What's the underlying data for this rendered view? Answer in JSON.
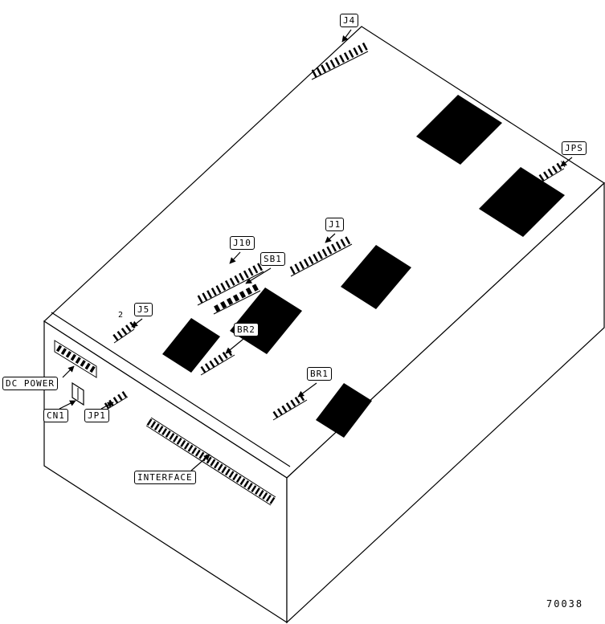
{
  "figure": {
    "part_number": "70038",
    "pin_marker": "2"
  },
  "labels": {
    "j4": {
      "text": "J4"
    },
    "jps": {
      "text": "JPS"
    },
    "j1": {
      "text": "J1"
    },
    "j10": {
      "text": "J10"
    },
    "sb1": {
      "text": "SB1"
    },
    "j5": {
      "text": "J5"
    },
    "br2": {
      "text": "BR2"
    },
    "br1": {
      "text": "BR1"
    },
    "dc_power": {
      "text": "DC POWER"
    },
    "cn1": {
      "text": "CN1"
    },
    "jp1": {
      "text": "JP1"
    },
    "interface": {
      "text": "INTERFACE"
    }
  }
}
